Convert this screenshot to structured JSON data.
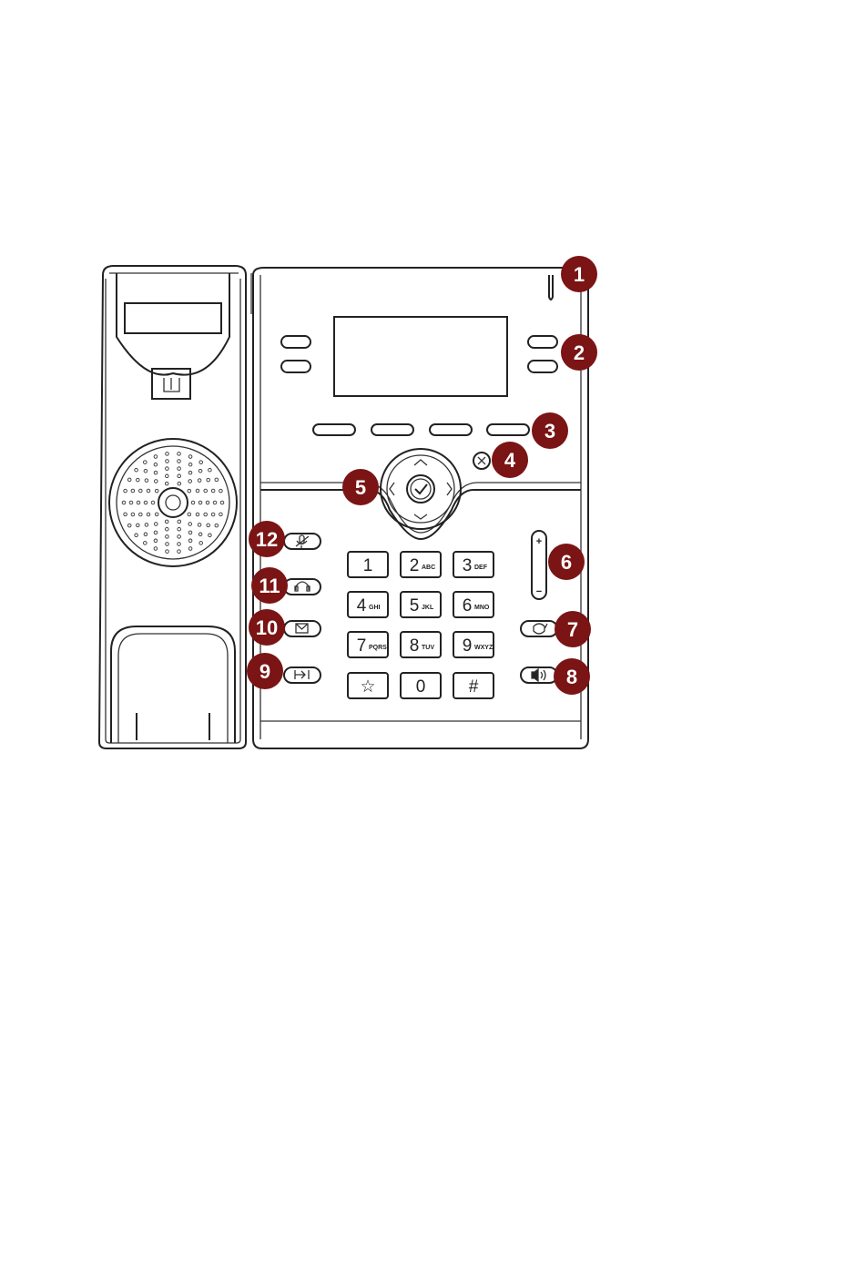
{
  "callouts": [
    {
      "id": 1,
      "label": "1"
    },
    {
      "id": 2,
      "label": "2"
    },
    {
      "id": 3,
      "label": "3"
    },
    {
      "id": 4,
      "label": "4"
    },
    {
      "id": 5,
      "label": "5"
    },
    {
      "id": 6,
      "label": "6"
    },
    {
      "id": 7,
      "label": "7"
    },
    {
      "id": 8,
      "label": "8"
    },
    {
      "id": 9,
      "label": "9"
    },
    {
      "id": 10,
      "label": "10"
    },
    {
      "id": 11,
      "label": "11"
    },
    {
      "id": 12,
      "label": "12"
    }
  ],
  "keypad": [
    {
      "digit": "1",
      "letters": ""
    },
    {
      "digit": "2",
      "letters": "ABC"
    },
    {
      "digit": "3",
      "letters": "DEF"
    },
    {
      "digit": "4",
      "letters": "GHI"
    },
    {
      "digit": "5",
      "letters": "JKL"
    },
    {
      "digit": "6",
      "letters": "MNO"
    },
    {
      "digit": "7",
      "letters": "PQRS"
    },
    {
      "digit": "8",
      "letters": "TUV"
    },
    {
      "digit": "9",
      "letters": "WXYZ"
    },
    {
      "digit": "☆",
      "letters": ""
    },
    {
      "digit": "0",
      "letters": ""
    },
    {
      "digit": "#",
      "letters": ""
    }
  ],
  "volume": {
    "plus": "+",
    "minus": "−"
  },
  "icons": {
    "mute": "mute-icon",
    "headset": "headset-icon",
    "message": "message-icon",
    "transfer": "transfer-icon",
    "redial": "redial-icon",
    "speaker": "speaker-icon",
    "cancel": "cancel-icon",
    "ok": "ok-icon"
  },
  "colors": {
    "callout": "#7b1414",
    "line": "#222222"
  }
}
